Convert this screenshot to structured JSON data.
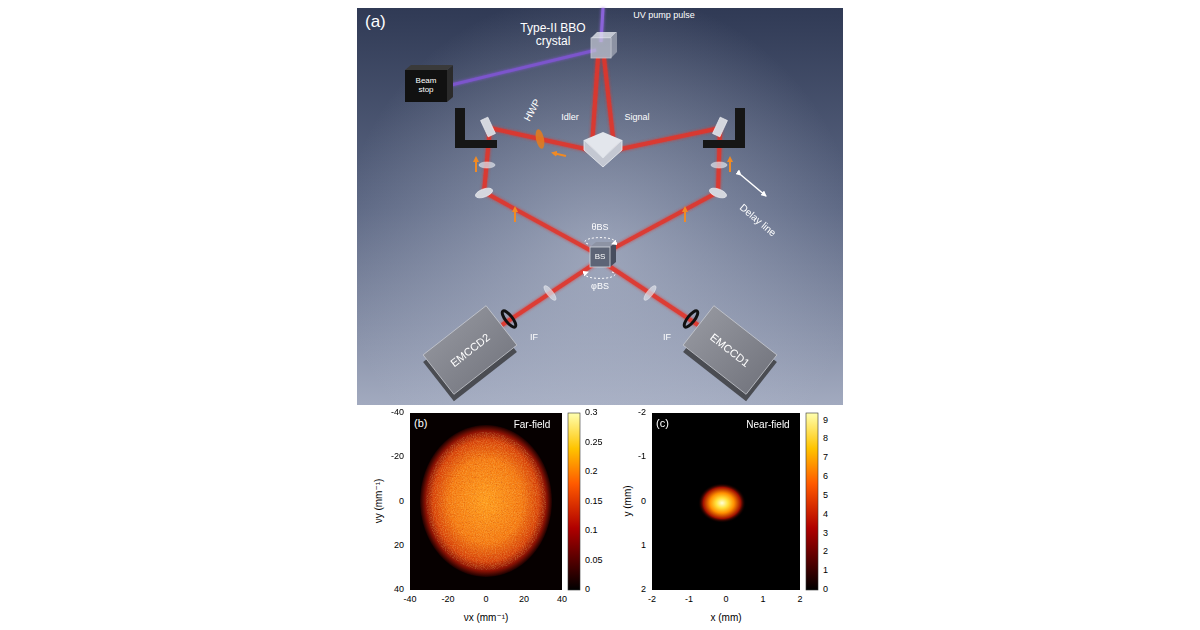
{
  "diagram": {
    "labels": [
      "(a)",
      "UV pump pulse",
      "Type-II BBO crystal",
      "Beam stop",
      "Idler",
      "Signal",
      "HWP",
      "Delay line",
      "θBS",
      "BS",
      "φBS",
      "EMCCD2",
      "IF",
      "IF",
      "EMCCD1",
      "(b)",
      "Far-field",
      "0.3",
      "0.25",
      "0.2",
      "0.15",
      "0.1",
      "0.05",
      "0",
      "-40",
      "-20",
      "0",
      "20",
      "40",
      "νy (mm⁻¹)",
      "-40",
      "-20",
      "0",
      "20",
      "40",
      "νx (mm⁻¹)",
      "(c)",
      "Near-field",
      "9",
      "8",
      "7",
      "6",
      "5",
      "4",
      "3",
      "2",
      "1",
      "0",
      "-2",
      "-1",
      "0",
      "1",
      "2",
      "y (mm)",
      "-2",
      "-1",
      "0",
      "1",
      "2",
      "x (mm)"
    ]
  }
}
